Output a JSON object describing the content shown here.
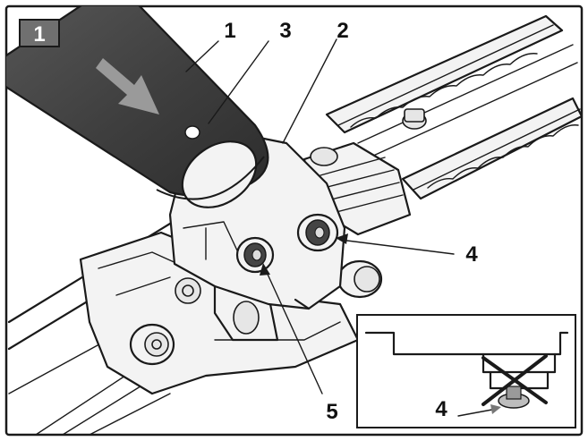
{
  "figure": {
    "step_badge": "1",
    "callouts": [
      {
        "id": "c1",
        "text": "1"
      },
      {
        "id": "c3",
        "text": "3"
      },
      {
        "id": "c2",
        "text": "2"
      },
      {
        "id": "c4",
        "text": "4"
      },
      {
        "id": "c5",
        "text": "5"
      },
      {
        "id": "c4b",
        "text": "4"
      }
    ],
    "colors": {
      "badge": "#707070",
      "arrow": "#9a9a9a",
      "tube": "#4a4a4a",
      "line": "#1a1a1a"
    }
  }
}
